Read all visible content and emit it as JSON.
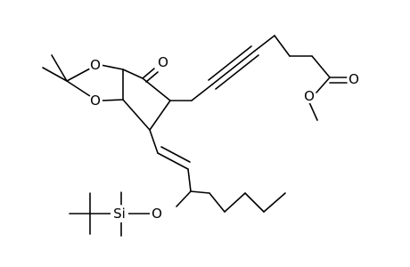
{
  "structure": {
    "atoms": {
      "ring_o_top": "O",
      "ring_o_bottom": "O",
      "ketone_o": "O",
      "ester_o_carbonyl": "O",
      "ester_o_methoxy": "O",
      "silyl_o": "O",
      "silicon": "Si"
    }
  }
}
